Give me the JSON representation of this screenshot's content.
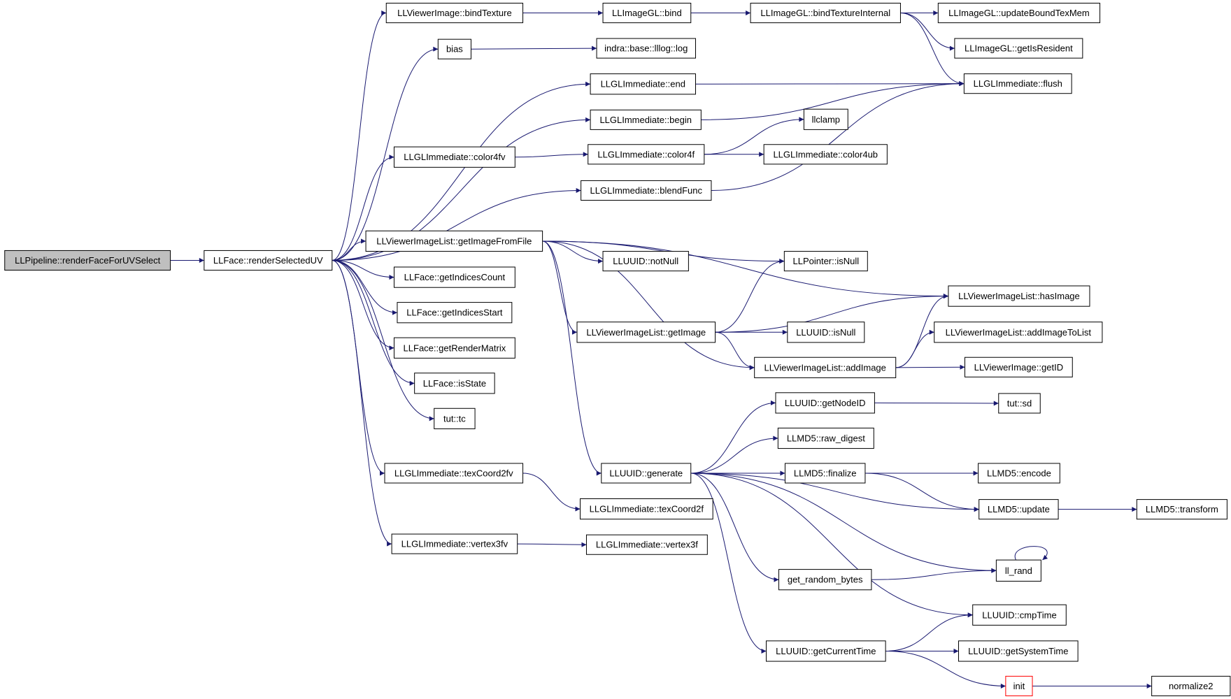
{
  "diagram": {
    "type": "call-graph",
    "colors": {
      "edge": "#191970",
      "node_border": "#000000",
      "root_fill": "#bfbfbf",
      "highlight_border": "#ff0000"
    },
    "nodes": [
      {
        "id": "renderFaceForUVSelect",
        "label": "LLPipeline::renderFaceForUVSelect",
        "style": "root"
      },
      {
        "id": "renderSelectedUV",
        "label": "LLFace::renderSelectedUV"
      },
      {
        "id": "bindTexture",
        "label": "LLViewerImage::bindTexture"
      },
      {
        "id": "bias",
        "label": "bias"
      },
      {
        "id": "glEnd",
        "label": "LLGLImmediate::end"
      },
      {
        "id": "glBegin",
        "label": "LLGLImmediate::begin"
      },
      {
        "id": "color4fv",
        "label": "LLGLImmediate::color4fv"
      },
      {
        "id": "blendFunc",
        "label": "LLGLImmediate::blendFunc"
      },
      {
        "id": "getImageFromFile",
        "label": "LLViewerImageList::getImageFromFile"
      },
      {
        "id": "getIndicesCount",
        "label": "LLFace::getIndicesCount"
      },
      {
        "id": "getIndicesStart",
        "label": "LLFace::getIndicesStart"
      },
      {
        "id": "getRenderMatrix",
        "label": "LLFace::getRenderMatrix"
      },
      {
        "id": "isState",
        "label": "LLFace::isState"
      },
      {
        "id": "tc",
        "label": "tut::tc"
      },
      {
        "id": "texCoord2fv",
        "label": "LLGLImmediate::texCoord2fv"
      },
      {
        "id": "vertex3fv",
        "label": "LLGLImmediate::vertex3fv"
      },
      {
        "id": "glBind",
        "label": "LLImageGL::bind"
      },
      {
        "id": "bindTextureInternal",
        "label": "LLImageGL::bindTextureInternal"
      },
      {
        "id": "updateBoundTexMem",
        "label": "LLImageGL::updateBoundTexMem"
      },
      {
        "id": "getIsResident",
        "label": "LLImageGL::getIsResident"
      },
      {
        "id": "flush",
        "label": "LLGLImmediate::flush"
      },
      {
        "id": "log",
        "label": "indra::base::lllog::log"
      },
      {
        "id": "color4f",
        "label": "LLGLImmediate::color4f"
      },
      {
        "id": "llclamp",
        "label": "llclamp"
      },
      {
        "id": "color4ub",
        "label": "LLGLImmediate::color4ub"
      },
      {
        "id": "notNull",
        "label": "LLUUID::notNull"
      },
      {
        "id": "ptrIsNull",
        "label": "LLPointer::isNull"
      },
      {
        "id": "hasImage",
        "label": "LLViewerImageList::hasImage"
      },
      {
        "id": "getImage",
        "label": "LLViewerImageList::getImage"
      },
      {
        "id": "uuidIsNull",
        "label": "LLUUID::isNull"
      },
      {
        "id": "addImageToList",
        "label": "LLViewerImageList::addImageToList"
      },
      {
        "id": "addImage",
        "label": "LLViewerImageList::addImage"
      },
      {
        "id": "getID",
        "label": "LLViewerImage::getID"
      },
      {
        "id": "getNodeID",
        "label": "LLUUID::getNodeID"
      },
      {
        "id": "sd",
        "label": "tut::sd"
      },
      {
        "id": "raw_digest",
        "label": "LLMD5::raw_digest"
      },
      {
        "id": "generate",
        "label": "LLUUID::generate"
      },
      {
        "id": "finalize",
        "label": "LLMD5::finalize"
      },
      {
        "id": "encode",
        "label": "LLMD5::encode"
      },
      {
        "id": "texCoord2f",
        "label": "LLGLImmediate::texCoord2f"
      },
      {
        "id": "update",
        "label": "LLMD5::update"
      },
      {
        "id": "transform",
        "label": "LLMD5::transform"
      },
      {
        "id": "vertex3f",
        "label": "LLGLImmediate::vertex3f"
      },
      {
        "id": "ll_rand",
        "label": "ll_rand"
      },
      {
        "id": "get_random_bytes",
        "label": "get_random_bytes"
      },
      {
        "id": "cmpTime",
        "label": "LLUUID::cmpTime"
      },
      {
        "id": "getCurrentTime",
        "label": "LLUUID::getCurrentTime"
      },
      {
        "id": "getSystemTime",
        "label": "LLUUID::getSystemTime"
      },
      {
        "id": "init",
        "label": "init",
        "style": "red"
      },
      {
        "id": "normalize2",
        "label": "normalize2"
      }
    ],
    "edges": [
      [
        "renderFaceForUVSelect",
        "renderSelectedUV"
      ],
      [
        "renderSelectedUV",
        "bindTexture"
      ],
      [
        "renderSelectedUV",
        "bias"
      ],
      [
        "renderSelectedUV",
        "glEnd"
      ],
      [
        "renderSelectedUV",
        "glBegin"
      ],
      [
        "renderSelectedUV",
        "color4fv"
      ],
      [
        "renderSelectedUV",
        "blendFunc"
      ],
      [
        "renderSelectedUV",
        "getImageFromFile"
      ],
      [
        "renderSelectedUV",
        "getIndicesCount"
      ],
      [
        "renderSelectedUV",
        "getIndicesStart"
      ],
      [
        "renderSelectedUV",
        "getRenderMatrix"
      ],
      [
        "renderSelectedUV",
        "isState"
      ],
      [
        "renderSelectedUV",
        "tc"
      ],
      [
        "renderSelectedUV",
        "texCoord2fv"
      ],
      [
        "renderSelectedUV",
        "vertex3fv"
      ],
      [
        "bindTexture",
        "glBind"
      ],
      [
        "glBind",
        "bindTextureInternal"
      ],
      [
        "bindTextureInternal",
        "updateBoundTexMem"
      ],
      [
        "bindTextureInternal",
        "getIsResident"
      ],
      [
        "bindTextureInternal",
        "flush"
      ],
      [
        "bias",
        "log"
      ],
      [
        "glEnd",
        "flush"
      ],
      [
        "glBegin",
        "flush"
      ],
      [
        "blendFunc",
        "flush"
      ],
      [
        "color4fv",
        "color4f"
      ],
      [
        "color4f",
        "llclamp"
      ],
      [
        "color4f",
        "color4ub"
      ],
      [
        "getImageFromFile",
        "notNull"
      ],
      [
        "getImageFromFile",
        "ptrIsNull"
      ],
      [
        "getImageFromFile",
        "hasImage"
      ],
      [
        "getImageFromFile",
        "getImage"
      ],
      [
        "getImageFromFile",
        "addImage"
      ],
      [
        "getImageFromFile",
        "generate"
      ],
      [
        "getImage",
        "ptrIsNull"
      ],
      [
        "getImage",
        "hasImage"
      ],
      [
        "getImage",
        "uuidIsNull"
      ],
      [
        "getImage",
        "addImage"
      ],
      [
        "addImage",
        "hasImage"
      ],
      [
        "addImage",
        "addImageToList"
      ],
      [
        "addImage",
        "getID"
      ],
      [
        "generate",
        "getNodeID"
      ],
      [
        "generate",
        "raw_digest"
      ],
      [
        "generate",
        "finalize"
      ],
      [
        "generate",
        "update"
      ],
      [
        "generate",
        "ll_rand"
      ],
      [
        "generate",
        "get_random_bytes"
      ],
      [
        "generate",
        "cmpTime"
      ],
      [
        "generate",
        "getCurrentTime"
      ],
      [
        "getNodeID",
        "sd"
      ],
      [
        "finalize",
        "encode"
      ],
      [
        "finalize",
        "update"
      ],
      [
        "update",
        "transform"
      ],
      [
        "get_random_bytes",
        "ll_rand"
      ],
      [
        "ll_rand",
        "ll_rand"
      ],
      [
        "getCurrentTime",
        "cmpTime"
      ],
      [
        "getCurrentTime",
        "getSystemTime"
      ],
      [
        "getCurrentTime",
        "init"
      ],
      [
        "init",
        "normalize2"
      ],
      [
        "texCoord2fv",
        "texCoord2f"
      ],
      [
        "vertex3fv",
        "vertex3f"
      ]
    ]
  }
}
